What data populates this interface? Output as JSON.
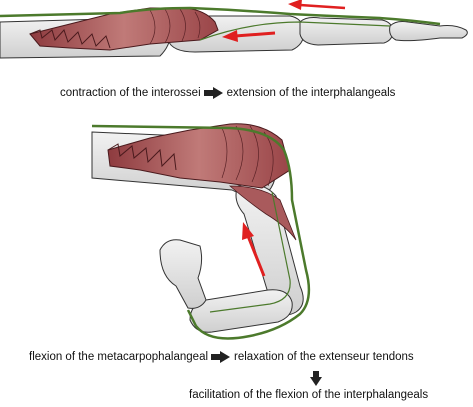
{
  "captions": {
    "top": {
      "cause": "contraction of the interossei",
      "effect": "extension of the interphalangeals"
    },
    "bottom": {
      "cause": "flexion of the metacarpophalangeal",
      "effect": "relaxation of the extenseur tendons",
      "result": "facilitation of the flexion of the interphalangeals"
    }
  },
  "colors": {
    "bone_fill": "#e4e4e4",
    "bone_stroke": "#333333",
    "muscle_fill": "#b86a6a",
    "muscle_dark": "#7a2f33",
    "tendon": "#4c7a2c",
    "arrow": "#e02020"
  }
}
